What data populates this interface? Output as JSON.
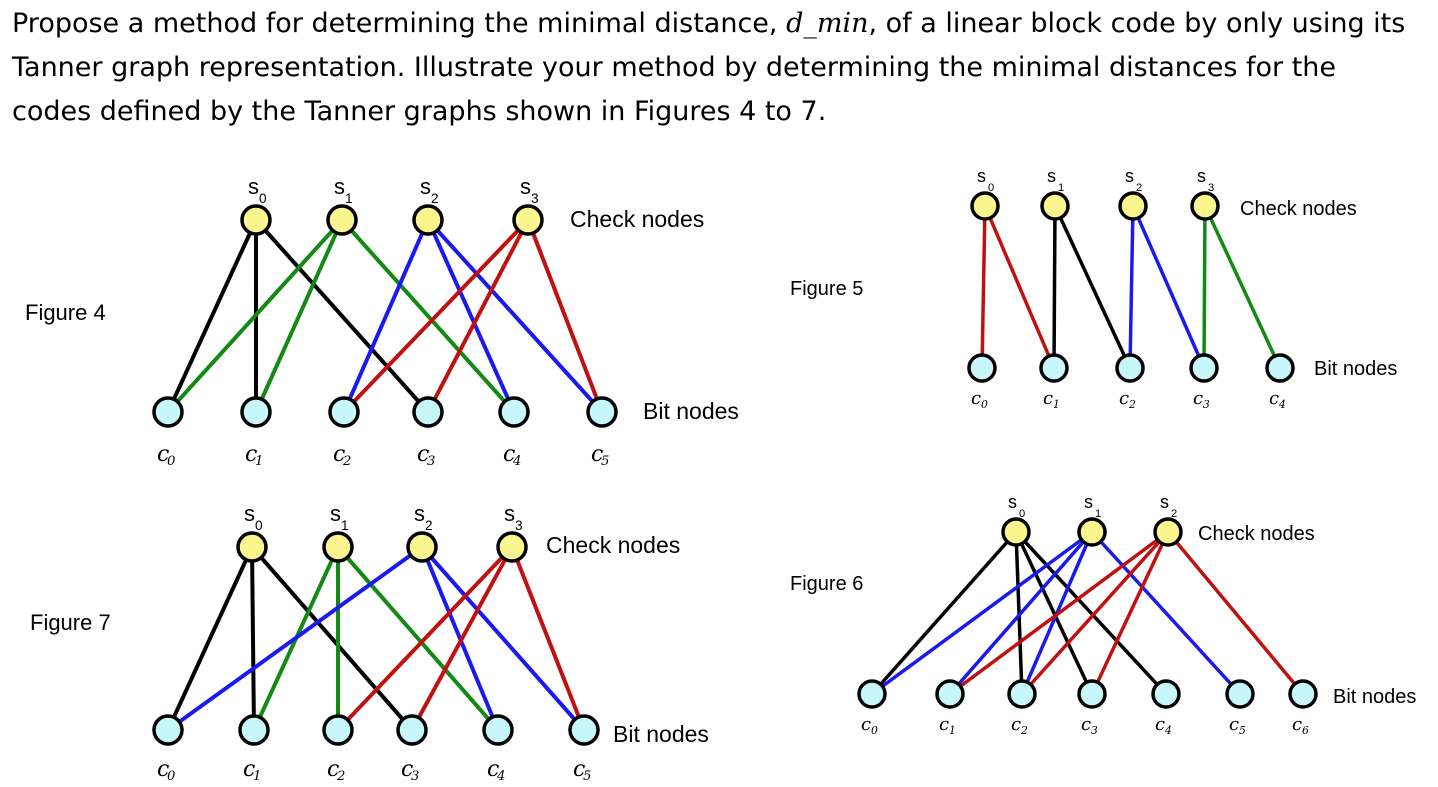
{
  "question": {
    "part1": "Propose a method for determining the minimal distance, ",
    "math": "d_min",
    "part2": ", of a linear block code by only using its Tanner graph representation. Illustrate your method by determining the minimal distances for the codes defined by the Tanner graphs shown in Figures 4 to 7."
  },
  "colors": {
    "check_fill": "#fbf58f",
    "bit_fill": "#c8f7fb",
    "black": "#000000",
    "green": "#138a13",
    "blue": "#1919f0",
    "red": "#c01010"
  },
  "figures": [
    {
      "id": "fig4",
      "label": "Figure 4",
      "check_label": "Check nodes",
      "bit_label": "Bit nodes",
      "checks": [
        {
          "name": "s",
          "sub": "0"
        },
        {
          "name": "s",
          "sub": "1"
        },
        {
          "name": "s",
          "sub": "2"
        },
        {
          "name": "s",
          "sub": "3"
        }
      ],
      "bits": [
        {
          "name": "c",
          "sub": "0"
        },
        {
          "name": "c",
          "sub": "1"
        },
        {
          "name": "c",
          "sub": "2"
        },
        {
          "name": "c",
          "sub": "3"
        },
        {
          "name": "c",
          "sub": "4"
        },
        {
          "name": "c",
          "sub": "5"
        }
      ],
      "edges": [
        {
          "check": 0,
          "bit": 0,
          "color": "black"
        },
        {
          "check": 0,
          "bit": 1,
          "color": "black"
        },
        {
          "check": 0,
          "bit": 3,
          "color": "black"
        },
        {
          "check": 1,
          "bit": 0,
          "color": "green"
        },
        {
          "check": 1,
          "bit": 1,
          "color": "green"
        },
        {
          "check": 1,
          "bit": 4,
          "color": "green"
        },
        {
          "check": 2,
          "bit": 2,
          "color": "blue"
        },
        {
          "check": 2,
          "bit": 4,
          "color": "blue"
        },
        {
          "check": 2,
          "bit": 5,
          "color": "blue"
        },
        {
          "check": 3,
          "bit": 2,
          "color": "red"
        },
        {
          "check": 3,
          "bit": 3,
          "color": "red"
        },
        {
          "check": 3,
          "bit": 5,
          "color": "red"
        }
      ]
    },
    {
      "id": "fig5",
      "label": "Figure 5",
      "check_label": "Check nodes",
      "bit_label": "Bit nodes",
      "checks": [
        {
          "name": "s",
          "sub": "0"
        },
        {
          "name": "s",
          "sub": "1"
        },
        {
          "name": "s",
          "sub": "2"
        },
        {
          "name": "s",
          "sub": "3"
        }
      ],
      "bits": [
        {
          "name": "c",
          "sub": "0"
        },
        {
          "name": "c",
          "sub": "1"
        },
        {
          "name": "c",
          "sub": "2"
        },
        {
          "name": "c",
          "sub": "3"
        },
        {
          "name": "c",
          "sub": "4"
        }
      ],
      "edges": [
        {
          "check": 0,
          "bit": 0,
          "color": "red"
        },
        {
          "check": 0,
          "bit": 1,
          "color": "red"
        },
        {
          "check": 1,
          "bit": 1,
          "color": "black"
        },
        {
          "check": 1,
          "bit": 2,
          "color": "black"
        },
        {
          "check": 2,
          "bit": 2,
          "color": "blue"
        },
        {
          "check": 2,
          "bit": 3,
          "color": "blue"
        },
        {
          "check": 3,
          "bit": 3,
          "color": "green"
        },
        {
          "check": 3,
          "bit": 4,
          "color": "green"
        }
      ]
    },
    {
      "id": "fig6",
      "label": "Figure 6",
      "check_label": "Check nodes",
      "bit_label": "Bit nodes",
      "checks": [
        {
          "name": "s",
          "sub": "0"
        },
        {
          "name": "s",
          "sub": "1"
        },
        {
          "name": "s",
          "sub": "2"
        }
      ],
      "bits": [
        {
          "name": "c",
          "sub": "0"
        },
        {
          "name": "c",
          "sub": "1"
        },
        {
          "name": "c",
          "sub": "2"
        },
        {
          "name": "c",
          "sub": "3"
        },
        {
          "name": "c",
          "sub": "4"
        },
        {
          "name": "c",
          "sub": "5"
        },
        {
          "name": "c",
          "sub": "6"
        }
      ],
      "edges": [
        {
          "check": 0,
          "bit": 0,
          "color": "black"
        },
        {
          "check": 0,
          "bit": 2,
          "color": "black"
        },
        {
          "check": 0,
          "bit": 3,
          "color": "black"
        },
        {
          "check": 0,
          "bit": 4,
          "color": "black"
        },
        {
          "check": 1,
          "bit": 0,
          "color": "blue"
        },
        {
          "check": 1,
          "bit": 1,
          "color": "blue"
        },
        {
          "check": 1,
          "bit": 2,
          "color": "blue"
        },
        {
          "check": 1,
          "bit": 5,
          "color": "blue"
        },
        {
          "check": 2,
          "bit": 1,
          "color": "red"
        },
        {
          "check": 2,
          "bit": 2,
          "color": "red"
        },
        {
          "check": 2,
          "bit": 3,
          "color": "red"
        },
        {
          "check": 2,
          "bit": 6,
          "color": "red"
        }
      ]
    },
    {
      "id": "fig7",
      "label": "Figure 7",
      "check_label": "Check nodes",
      "bit_label": "Bit nodes",
      "checks": [
        {
          "name": "s",
          "sub": "0"
        },
        {
          "name": "s",
          "sub": "1"
        },
        {
          "name": "s",
          "sub": "2"
        },
        {
          "name": "s",
          "sub": "3"
        }
      ],
      "bits": [
        {
          "name": "c",
          "sub": "0"
        },
        {
          "name": "c",
          "sub": "1"
        },
        {
          "name": "c",
          "sub": "2"
        },
        {
          "name": "c",
          "sub": "3"
        },
        {
          "name": "c",
          "sub": "4"
        },
        {
          "name": "c",
          "sub": "5"
        }
      ],
      "edges": [
        {
          "check": 0,
          "bit": 0,
          "color": "black"
        },
        {
          "check": 0,
          "bit": 1,
          "color": "black"
        },
        {
          "check": 0,
          "bit": 3,
          "color": "black"
        },
        {
          "check": 1,
          "bit": 1,
          "color": "green"
        },
        {
          "check": 1,
          "bit": 2,
          "color": "green"
        },
        {
          "check": 1,
          "bit": 4,
          "color": "green"
        },
        {
          "check": 2,
          "bit": 0,
          "color": "blue"
        },
        {
          "check": 2,
          "bit": 4,
          "color": "blue"
        },
        {
          "check": 2,
          "bit": 5,
          "color": "blue"
        },
        {
          "check": 3,
          "bit": 2,
          "color": "red"
        },
        {
          "check": 3,
          "bit": 3,
          "color": "red"
        },
        {
          "check": 3,
          "bit": 5,
          "color": "red"
        }
      ]
    }
  ]
}
